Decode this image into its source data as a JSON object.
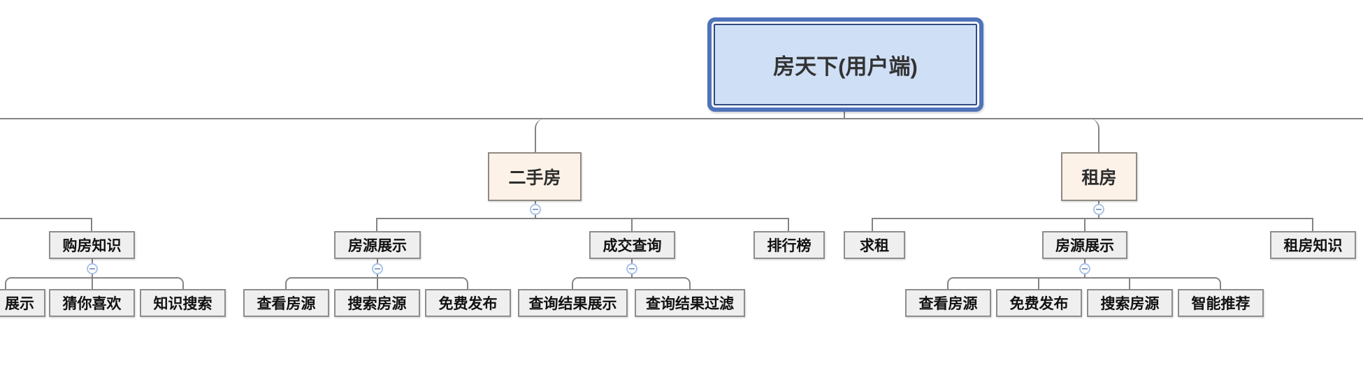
{
  "page": {
    "background": "#ffffff"
  },
  "icons": {
    "collapse": "minus-circle"
  },
  "colors": {
    "root_fill": "#cfdff6",
    "root_border": "#4f73ba",
    "root_inner_border": "#2f4a80",
    "branch_fill": "#fdf2e8",
    "branch_border": "#8f8a83",
    "node_fill": "#efefef",
    "node_border": "#8d8d8d",
    "line": "#848484",
    "collapse_ring": "#a9c3e8"
  },
  "tree": {
    "root": {
      "label": "房天下(用户端)"
    },
    "branches": [
      {
        "label": "二手房",
        "children": [
          {
            "label": "房源展示",
            "children": [
              {
                "label": "查看房源"
              },
              {
                "label": "搜索房源"
              },
              {
                "label": "免费发布"
              }
            ]
          },
          {
            "label": "成交查询",
            "children": [
              {
                "label": "查询结果展示"
              },
              {
                "label": "查询结果过滤"
              }
            ]
          },
          {
            "label": "排行榜",
            "children": []
          }
        ]
      },
      {
        "label": "租房",
        "children": [
          {
            "label": "求租",
            "children": []
          },
          {
            "label": "房源展示",
            "children": [
              {
                "label": "查看房源"
              },
              {
                "label": "免费发布"
              },
              {
                "label": "搜索房源"
              },
              {
                "label": "智能推荐"
              }
            ]
          },
          {
            "label": "租房知识",
            "children": []
          }
        ]
      },
      {
        "partially_visible": true,
        "children": [
          {
            "label": "购房知识",
            "children": [
              {
                "label": "展示",
                "partially_visible": true
              },
              {
                "label": "猜你喜欢"
              },
              {
                "label": "知识搜索"
              }
            ]
          }
        ]
      }
    ]
  }
}
